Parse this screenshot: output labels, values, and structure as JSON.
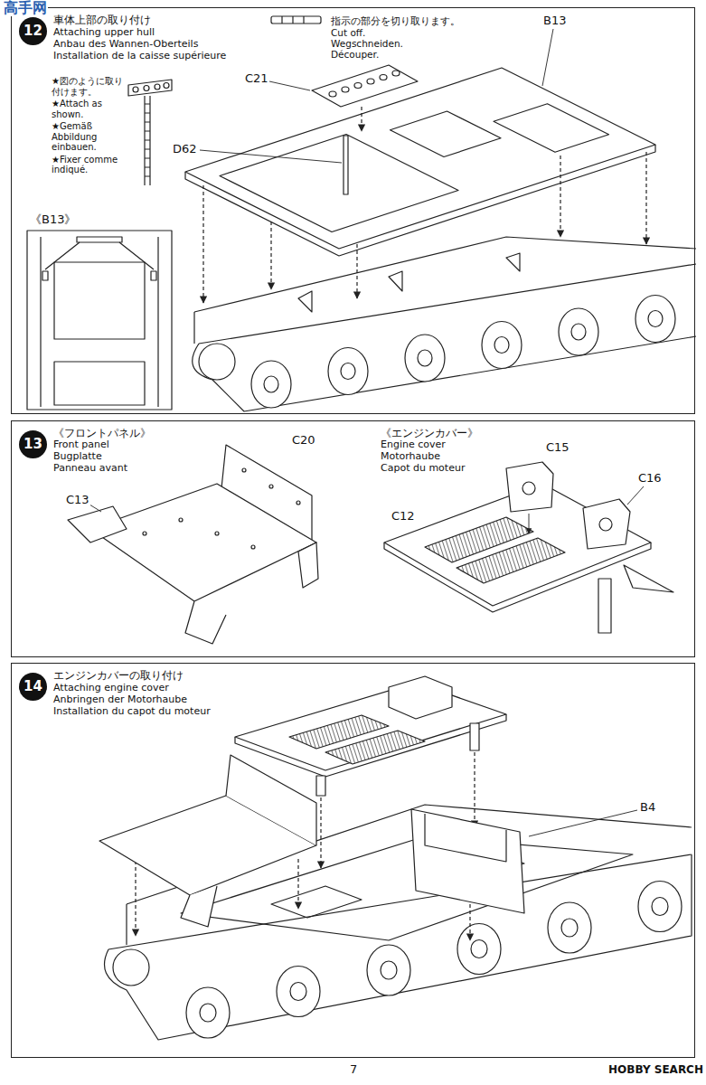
{
  "diagram": {
    "nodes": [
      {
        "text": [
          "車体上部の取り付け",
          "Attaching upper hull",
          "Anbau des Wannen-Oberteils",
          "Installation de la caisse supérieure"
        ]
      },
      {
        "text": [
          "12"
        ],
        "in": 0
      },
      {
        "text": [
          "《フロントパネル》",
          "Front panel",
          "Bugplatte",
          "Panneau avant",
          "《エンジンカバー》",
          "Engine cover",
          "Motorhaube",
          "Capot du moteur"
        ]
      },
      {
        "text": [
          "13"
        ],
        "in": 2
      },
      {
        "text": [
          "エンジンカバーの取り付け",
          "Attaching engine cover",
          "Anbringen der Motorhaube",
          "Installation du capot du moteur"
        ]
      },
      {
        "text": [
          "14"
        ],
        "in": 4
      }
    ],
    "labels": [
      "高手网",
      "指示の部分を切り取ります。",
      "Cut off.",
      "Wegschneiden.",
      "Découper.",
      "B13",
      "★図のように取り付けます。",
      "★Attach as shown.",
      "★Gemäß Abbildung einbauen.",
      "★Fixer comme indiqué.",
      "C21",
      "D62",
      "《B13》",
      "C20",
      "C13",
      "C15",
      "C16",
      "C12",
      "B4",
      "7",
      "HOBBY SEARCH"
    ]
  }
}
